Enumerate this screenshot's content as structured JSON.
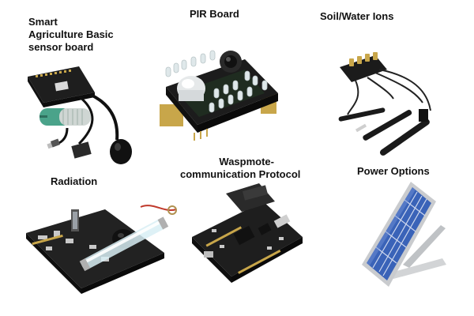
{
  "items": [
    {
      "id": "smart-agri",
      "label_lines": [
        "Smart",
        "Agriculture Basic",
        "sensor board"
      ]
    },
    {
      "id": "pir",
      "label_lines": [
        "PIR Board"
      ]
    },
    {
      "id": "soil",
      "label_lines": [
        "Soil/Water Ions"
      ]
    },
    {
      "id": "radiation",
      "label_lines": [
        "Radiation"
      ]
    },
    {
      "id": "waspmote",
      "label_lines": [
        "Waspmote-",
        "communication Protocol"
      ]
    },
    {
      "id": "power",
      "label_lines": [
        "Power Options"
      ]
    }
  ],
  "colors": {
    "pcb_black": "#1c1c1c",
    "pin_gold": "#c8a64a",
    "led_clear": "#dfe8ea",
    "teal_sensor": "#4aa38a",
    "solar_blue": "#3a63b8",
    "frame_gray": "#c9cbce"
  }
}
